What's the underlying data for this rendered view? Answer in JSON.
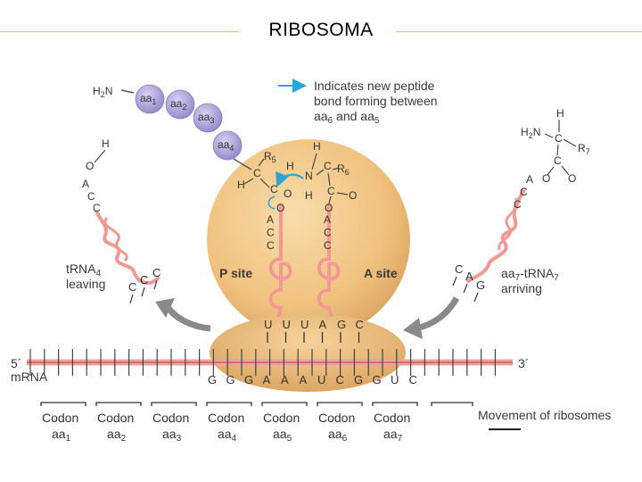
{
  "title": "RIBOSOMA",
  "legend": {
    "line1": "Indicates new peptide",
    "line2": "bond forming between",
    "line3_pre": "aa",
    "line3_sub1": "6",
    "line3_mid": " and aa",
    "line3_sub2": "5"
  },
  "peptide_chain": {
    "nterm": "H",
    "nterm_sub": "2",
    "nterm_n": "N",
    "beads": [
      {
        "text": "aa",
        "sub": "1"
      },
      {
        "text": "aa",
        "sub": "2"
      },
      {
        "text": "aa",
        "sub": "3"
      },
      {
        "text": "aa",
        "sub": "4"
      }
    ]
  },
  "sites": {
    "p_site": "P site",
    "a_site": "A site"
  },
  "leaving_trna": {
    "line1": "tRNA",
    "line1_sub": "4",
    "line2": "leaving",
    "anticodon": [
      "C",
      "C",
      "C"
    ],
    "end": [
      "H",
      "O",
      "A",
      "C",
      "C"
    ]
  },
  "arriving_trna": {
    "line1_pre": "aa",
    "line1_sub": "7",
    "line1_post": "-tRNA",
    "line1_sub2": "7",
    "line2": "arriving",
    "anticodon": [
      "C",
      "A",
      "G"
    ],
    "end": [
      "A",
      "C",
      "C"
    ]
  },
  "p_trna": {
    "acc": [
      "A",
      "C",
      "C"
    ],
    "anticodon": [
      "U",
      "U",
      "U"
    ]
  },
  "a_trna": {
    "acc": [
      "A",
      "C",
      "C"
    ],
    "anticodon": [
      "A",
      "G",
      "C"
    ]
  },
  "chemistry": {
    "p_aa": [
      "R",
      "5",
      "C",
      "H",
      "C",
      "O"
    ],
    "a_aa": [
      "H",
      "N",
      "C",
      "R",
      "6",
      "H",
      "C",
      "O",
      "O"
    ],
    "aa7": [
      "H",
      "H",
      "2",
      "N",
      "C",
      "R",
      "7",
      "C",
      "O",
      "O"
    ]
  },
  "mrna": {
    "label": "mRNA",
    "five_prime": "5´",
    "three_prime": "3´",
    "sequence": [
      "G",
      "G",
      "G",
      "A",
      "A",
      "A",
      "U",
      "C",
      "G",
      "G",
      "U",
      "C"
    ]
  },
  "codons": [
    {
      "label": "Codon",
      "aa": "aa",
      "sub": "1"
    },
    {
      "label": "Codon",
      "aa": "aa",
      "sub": "2"
    },
    {
      "label": "Codon",
      "aa": "aa",
      "sub": "3"
    },
    {
      "label": "Codon",
      "aa": "aa",
      "sub": "4"
    },
    {
      "label": "Codon",
      "aa": "aa",
      "sub": "5"
    },
    {
      "label": "Codon",
      "aa": "aa",
      "sub": "6"
    },
    {
      "label": "Codon",
      "aa": "aa",
      "sub": "7"
    }
  ],
  "movement_label": "Movement of ribosomes",
  "colors": {
    "ribosome": "#f0c27e",
    "trna": "#f19a95",
    "mrna": "#e8a3a3",
    "bead": "#a99fd8",
    "arrow_gray": "#8a8a8a",
    "legend_arrow": "#2aa6d6",
    "rule": "#e8c15a"
  }
}
